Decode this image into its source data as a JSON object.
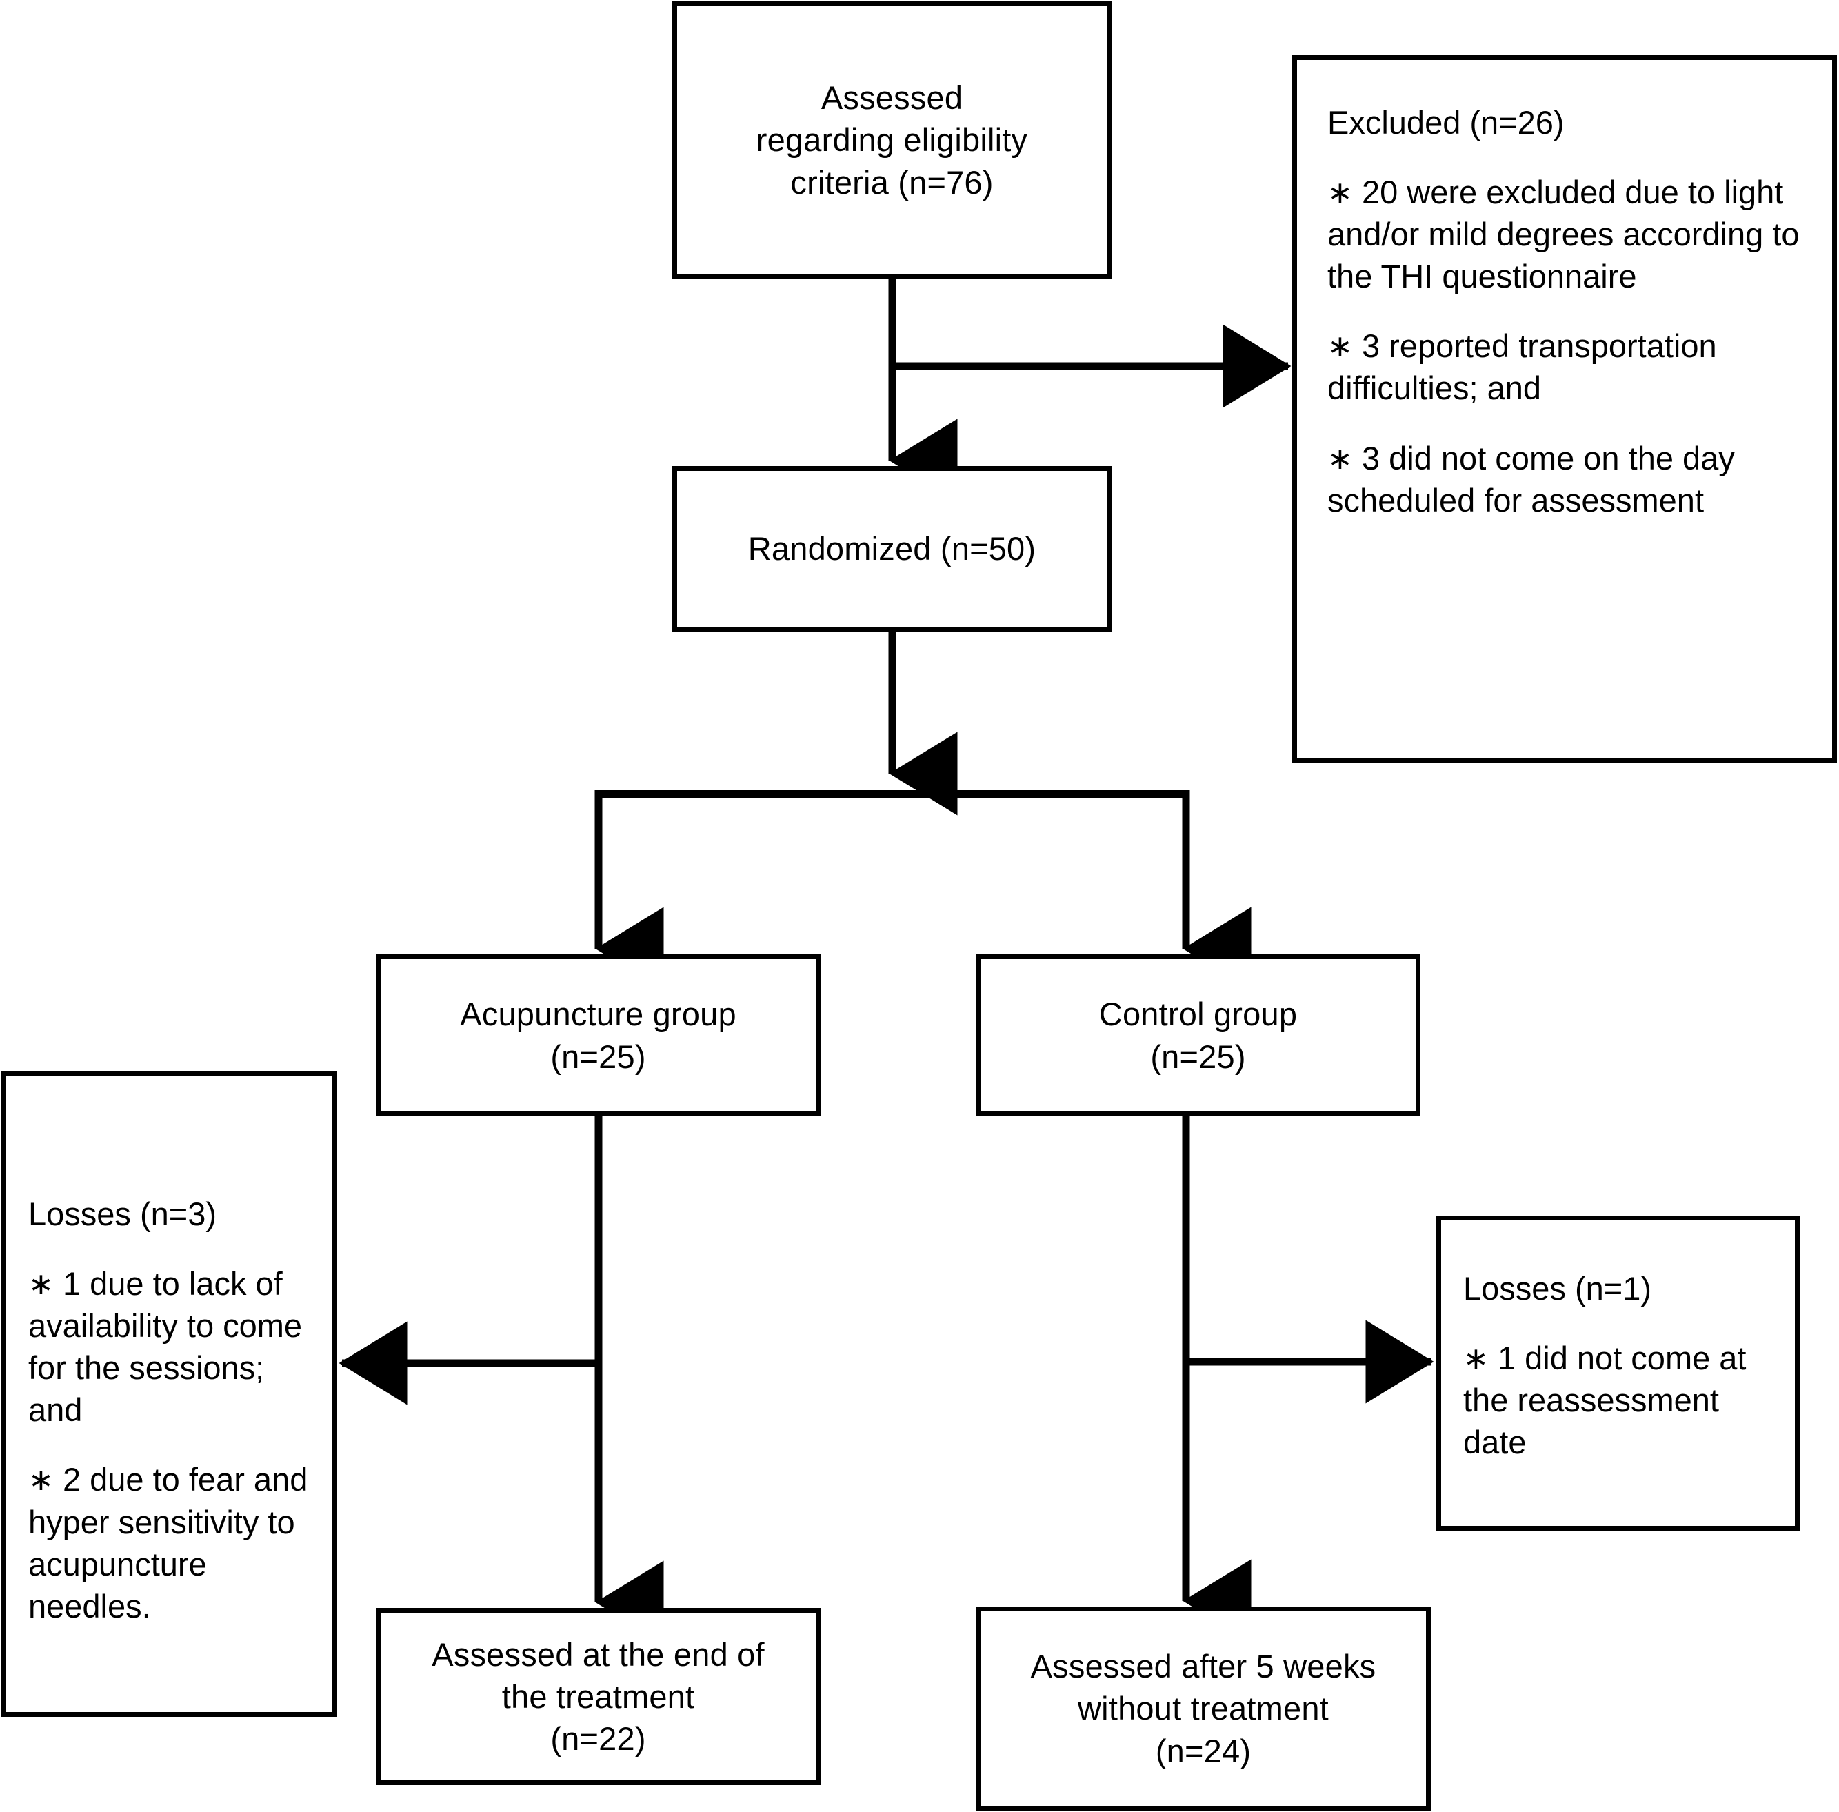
{
  "diagram": {
    "type": "consort-flow-diagram",
    "bullet_symbol": "∗",
    "stroke_color": "#000000",
    "background_color": "#ffffff",
    "nodes": {
      "assessed": {
        "name": "assessed-eligibility-box",
        "lines": [
          "Assessed",
          "regarding eligibility",
          "criteria (n=76)"
        ],
        "n": 76
      },
      "excluded": {
        "name": "excluded-box",
        "title": "Excluded (n=26)",
        "n": 26,
        "items": [
          "20 were excluded due to light and/or mild degrees according to the THI questionnaire",
          "3 reported transportation difficulties; and",
          "3 did not come on the day scheduled for assessment"
        ]
      },
      "randomized": {
        "name": "randomized-box",
        "lines": [
          "Randomized (n=50)"
        ],
        "n": 50
      },
      "acupuncture": {
        "name": "acupuncture-group-box",
        "lines": [
          "Acupuncture group",
          "(n=25)"
        ],
        "n": 25
      },
      "control": {
        "name": "control-group-box",
        "lines": [
          "Control group",
          "(n=25)"
        ],
        "n": 25
      },
      "losses_left": {
        "name": "losses-acupuncture-box",
        "title": "Losses (n=3)",
        "n": 3,
        "items": [
          "1 due to lack of availability to come for the sessions; and",
          "2 due to fear and hyper sensitivity to acupuncture needles."
        ]
      },
      "losses_right": {
        "name": "losses-control-box",
        "title": "Losses (n=1)",
        "n": 1,
        "items": [
          "1 did not come at the reassessment date"
        ]
      },
      "assessed_end": {
        "name": "assessed-end-of-treatment-box",
        "lines": [
          "Assessed at the end of",
          "the treatment",
          "(n=22)"
        ],
        "n": 22
      },
      "assessed_5weeks": {
        "name": "assessed-after-5-weeks-box",
        "lines": [
          "Assessed after 5 weeks",
          "without treatment",
          "(n=24)"
        ],
        "n": 24
      }
    }
  }
}
